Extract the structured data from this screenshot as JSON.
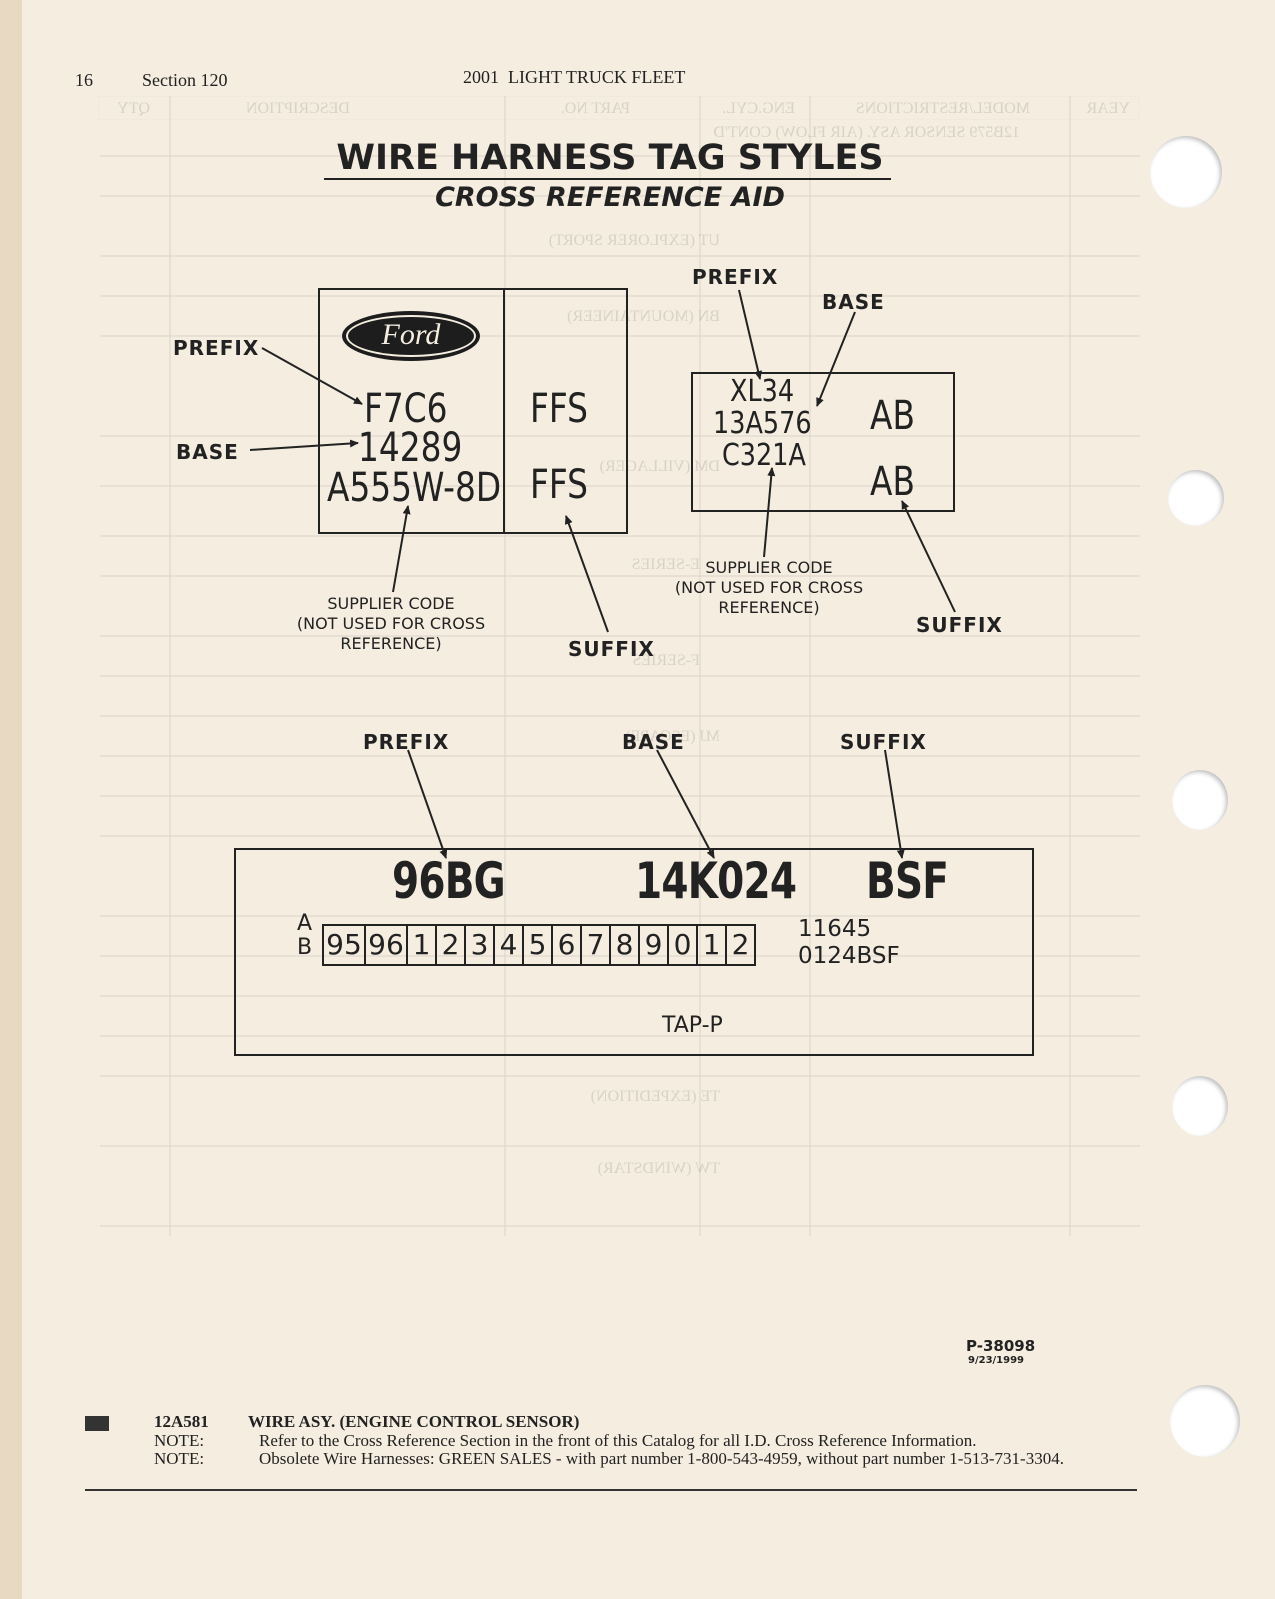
{
  "header": {
    "page": "16",
    "section": "Section 120",
    "catalog": "2001  LIGHT TRUCK FLEET"
  },
  "title": {
    "main": "WIRE HARNESS TAG STYLES",
    "sub": "CROSS REFERENCE AID"
  },
  "tag1": {
    "logo": "Ford",
    "prefix": "F7C6",
    "base": "14289",
    "supplier": "A555W-8D",
    "suffix1": "FFS",
    "suffix2": "FFS",
    "label_prefix": "PREFIX",
    "label_base": "BASE",
    "label_suffix": "SUFFIX",
    "supplier_note": [
      "SUPPLIER CODE",
      "(NOT USED FOR CROSS",
      "REFERENCE)"
    ]
  },
  "tag2": {
    "prefix": "XL34",
    "base": "13A576",
    "supplier": "C321A",
    "suffix1": "AB",
    "suffix2": "AB",
    "label_prefix": "PREFIX",
    "label_base": "BASE",
    "label_suffix": "SUFFIX",
    "supplier_note": [
      "SUPPLIER CODE",
      "(NOT USED FOR CROSS",
      "REFERENCE)"
    ]
  },
  "tag3": {
    "label_prefix": "PREFIX",
    "label_base": "BASE",
    "label_suffix": "SUFFIX",
    "prefix": "96BG",
    "base": "14K024",
    "suffix": "BSF",
    "row_a": "A",
    "row_b": "B",
    "cells": [
      "95",
      "96",
      "1",
      "2",
      "3",
      "4",
      "5",
      "6",
      "7",
      "8",
      "9",
      "0",
      "1",
      "2"
    ],
    "code_line1": "11645",
    "code_line2": "0124BSF",
    "bottom": "TAP-P"
  },
  "figure": {
    "number": "P-38098",
    "date": "9/23/1999"
  },
  "footer": {
    "part": "12A581",
    "desc": "WIRE ASY. (ENGINE CONTROL SENSOR)",
    "note_label": "NOTE:",
    "note1": "Refer to the Cross Reference Section in the front of this Catalog for all I.D. Cross Reference Information.",
    "note2": "Obsolete Wire Harnesses: GREEN SALES - with part number 1-800-543-4959, without part number 1-513-731-3304."
  },
  "bleed_through": {
    "heads": [
      "YEAR",
      "MODEL/RESTRICTIONS",
      "ENG.CYL.",
      "PART NO.",
      "DESCRIPTION",
      "QTY"
    ],
    "rows": [
      "12B579  SENSOR ASY. (AIR FLOW)  CONT'D",
      "UT (EXPLORER SPORT)",
      "BN (MOUNTAINEER)",
      "DM (VILLAGER)",
      "E-SERIES",
      "F-SERIES",
      "MJ (ESCAPE)",
      "TE (EXPEDITION)",
      "TW (WINDSTAR)"
    ]
  }
}
